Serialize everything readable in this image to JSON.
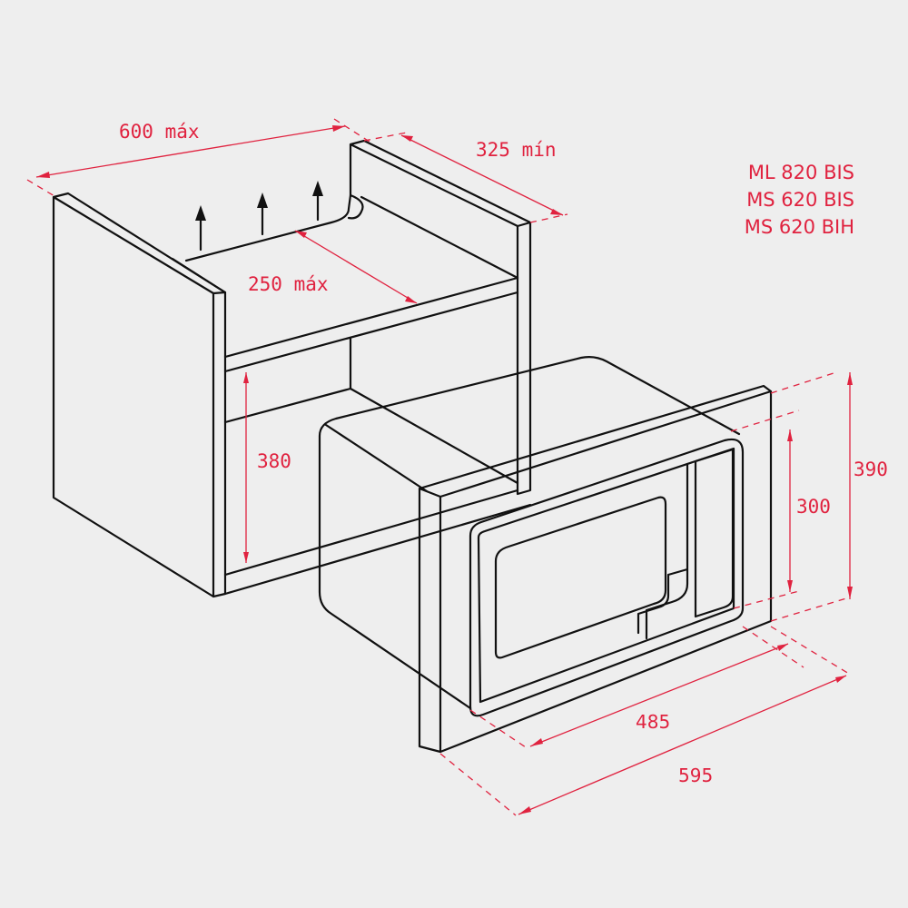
{
  "title": "Built-in microwave installation diagram",
  "colors": {
    "background": "#eeeeee",
    "line": "#111111",
    "dimension": "#e0223f"
  },
  "models": [
    "ML 820 BIS",
    "MS 620 BIS",
    "MS 620 BIH"
  ],
  "dimensions": {
    "cabinet_width": {
      "value": "600 máx",
      "unit": "mm"
    },
    "cabinet_depth": {
      "value": "325 mín",
      "unit": "mm"
    },
    "shelf_depth": {
      "value": "250 máx",
      "unit": "mm"
    },
    "niche_height": {
      "value": "380",
      "unit": "mm"
    },
    "appliance_height": {
      "value": "300",
      "unit": "mm"
    },
    "frame_height": {
      "value": "390",
      "unit": "mm"
    },
    "appliance_width": {
      "value": "485",
      "unit": "mm"
    },
    "frame_width": {
      "value": "595",
      "unit": "mm"
    }
  },
  "icons": {
    "ventilation": "up-arrow-icon"
  }
}
